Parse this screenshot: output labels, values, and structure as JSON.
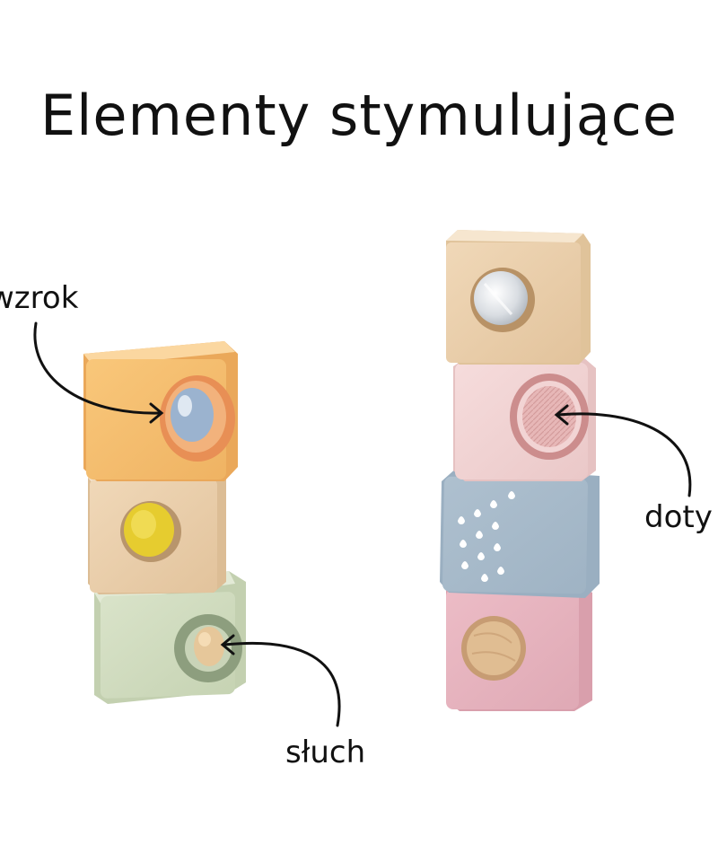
{
  "title": "Elementy stymulujące",
  "labels": {
    "sight": "wzrok",
    "hearing": "słuch",
    "touch": "doty"
  }
}
